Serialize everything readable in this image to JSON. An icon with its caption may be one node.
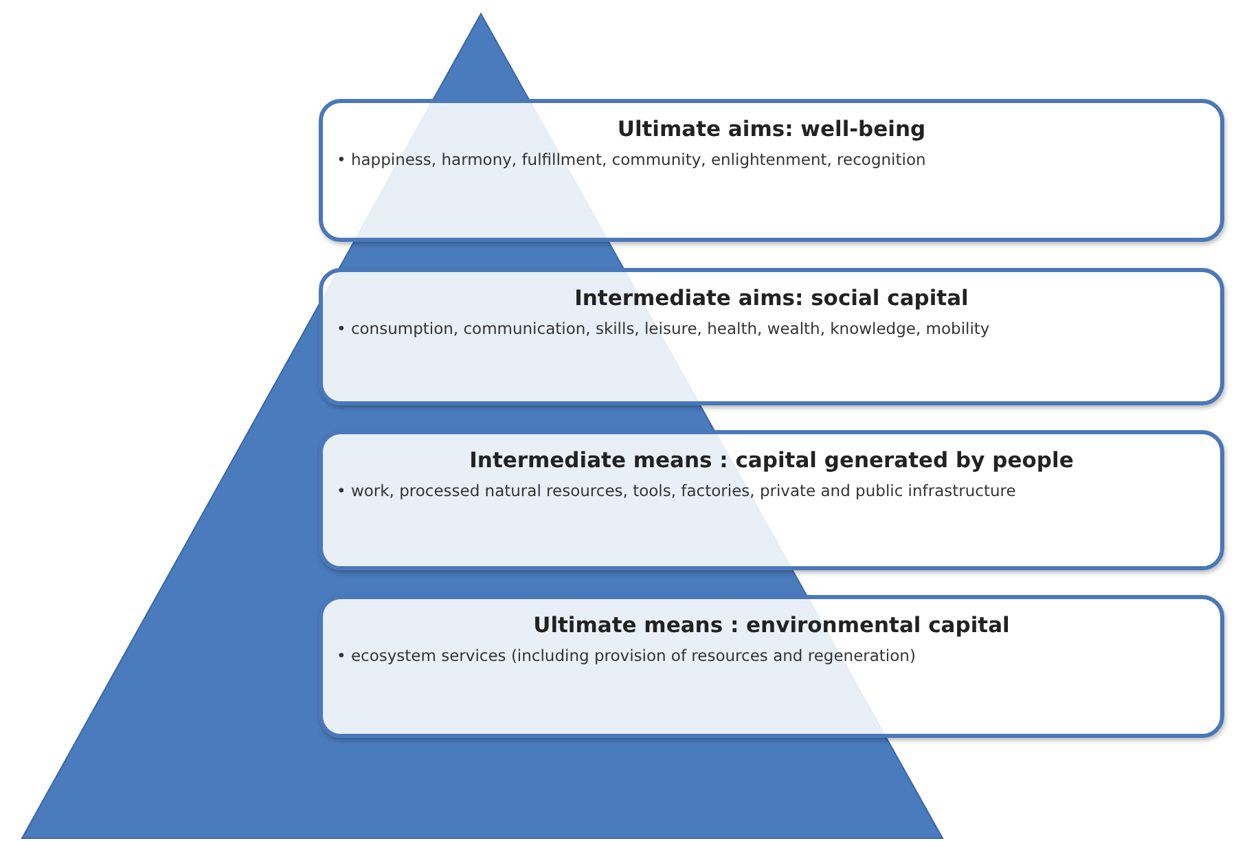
{
  "diagram": {
    "nodes": [
      {
        "text": [
          "Ultimate aims: well-being",
          "• happiness, harmony, fulfillment, community, enlightenment, recognition"
        ]
      },
      {
        "text": [
          "Intermediate aims: social capital",
          "• consumption, communication, skills, leisure, health, wealth, knowledge, mobility"
        ]
      },
      {
        "text": [
          "Intermediate means : capital generated by people",
          "• work, processed natural resources, tools, factories, private and public infrastructure"
        ]
      },
      {
        "text": [
          "Ultimate means : environmental capital",
          "• ecosystem services (including provision of resources and regeneration)"
        ]
      }
    ]
  }
}
